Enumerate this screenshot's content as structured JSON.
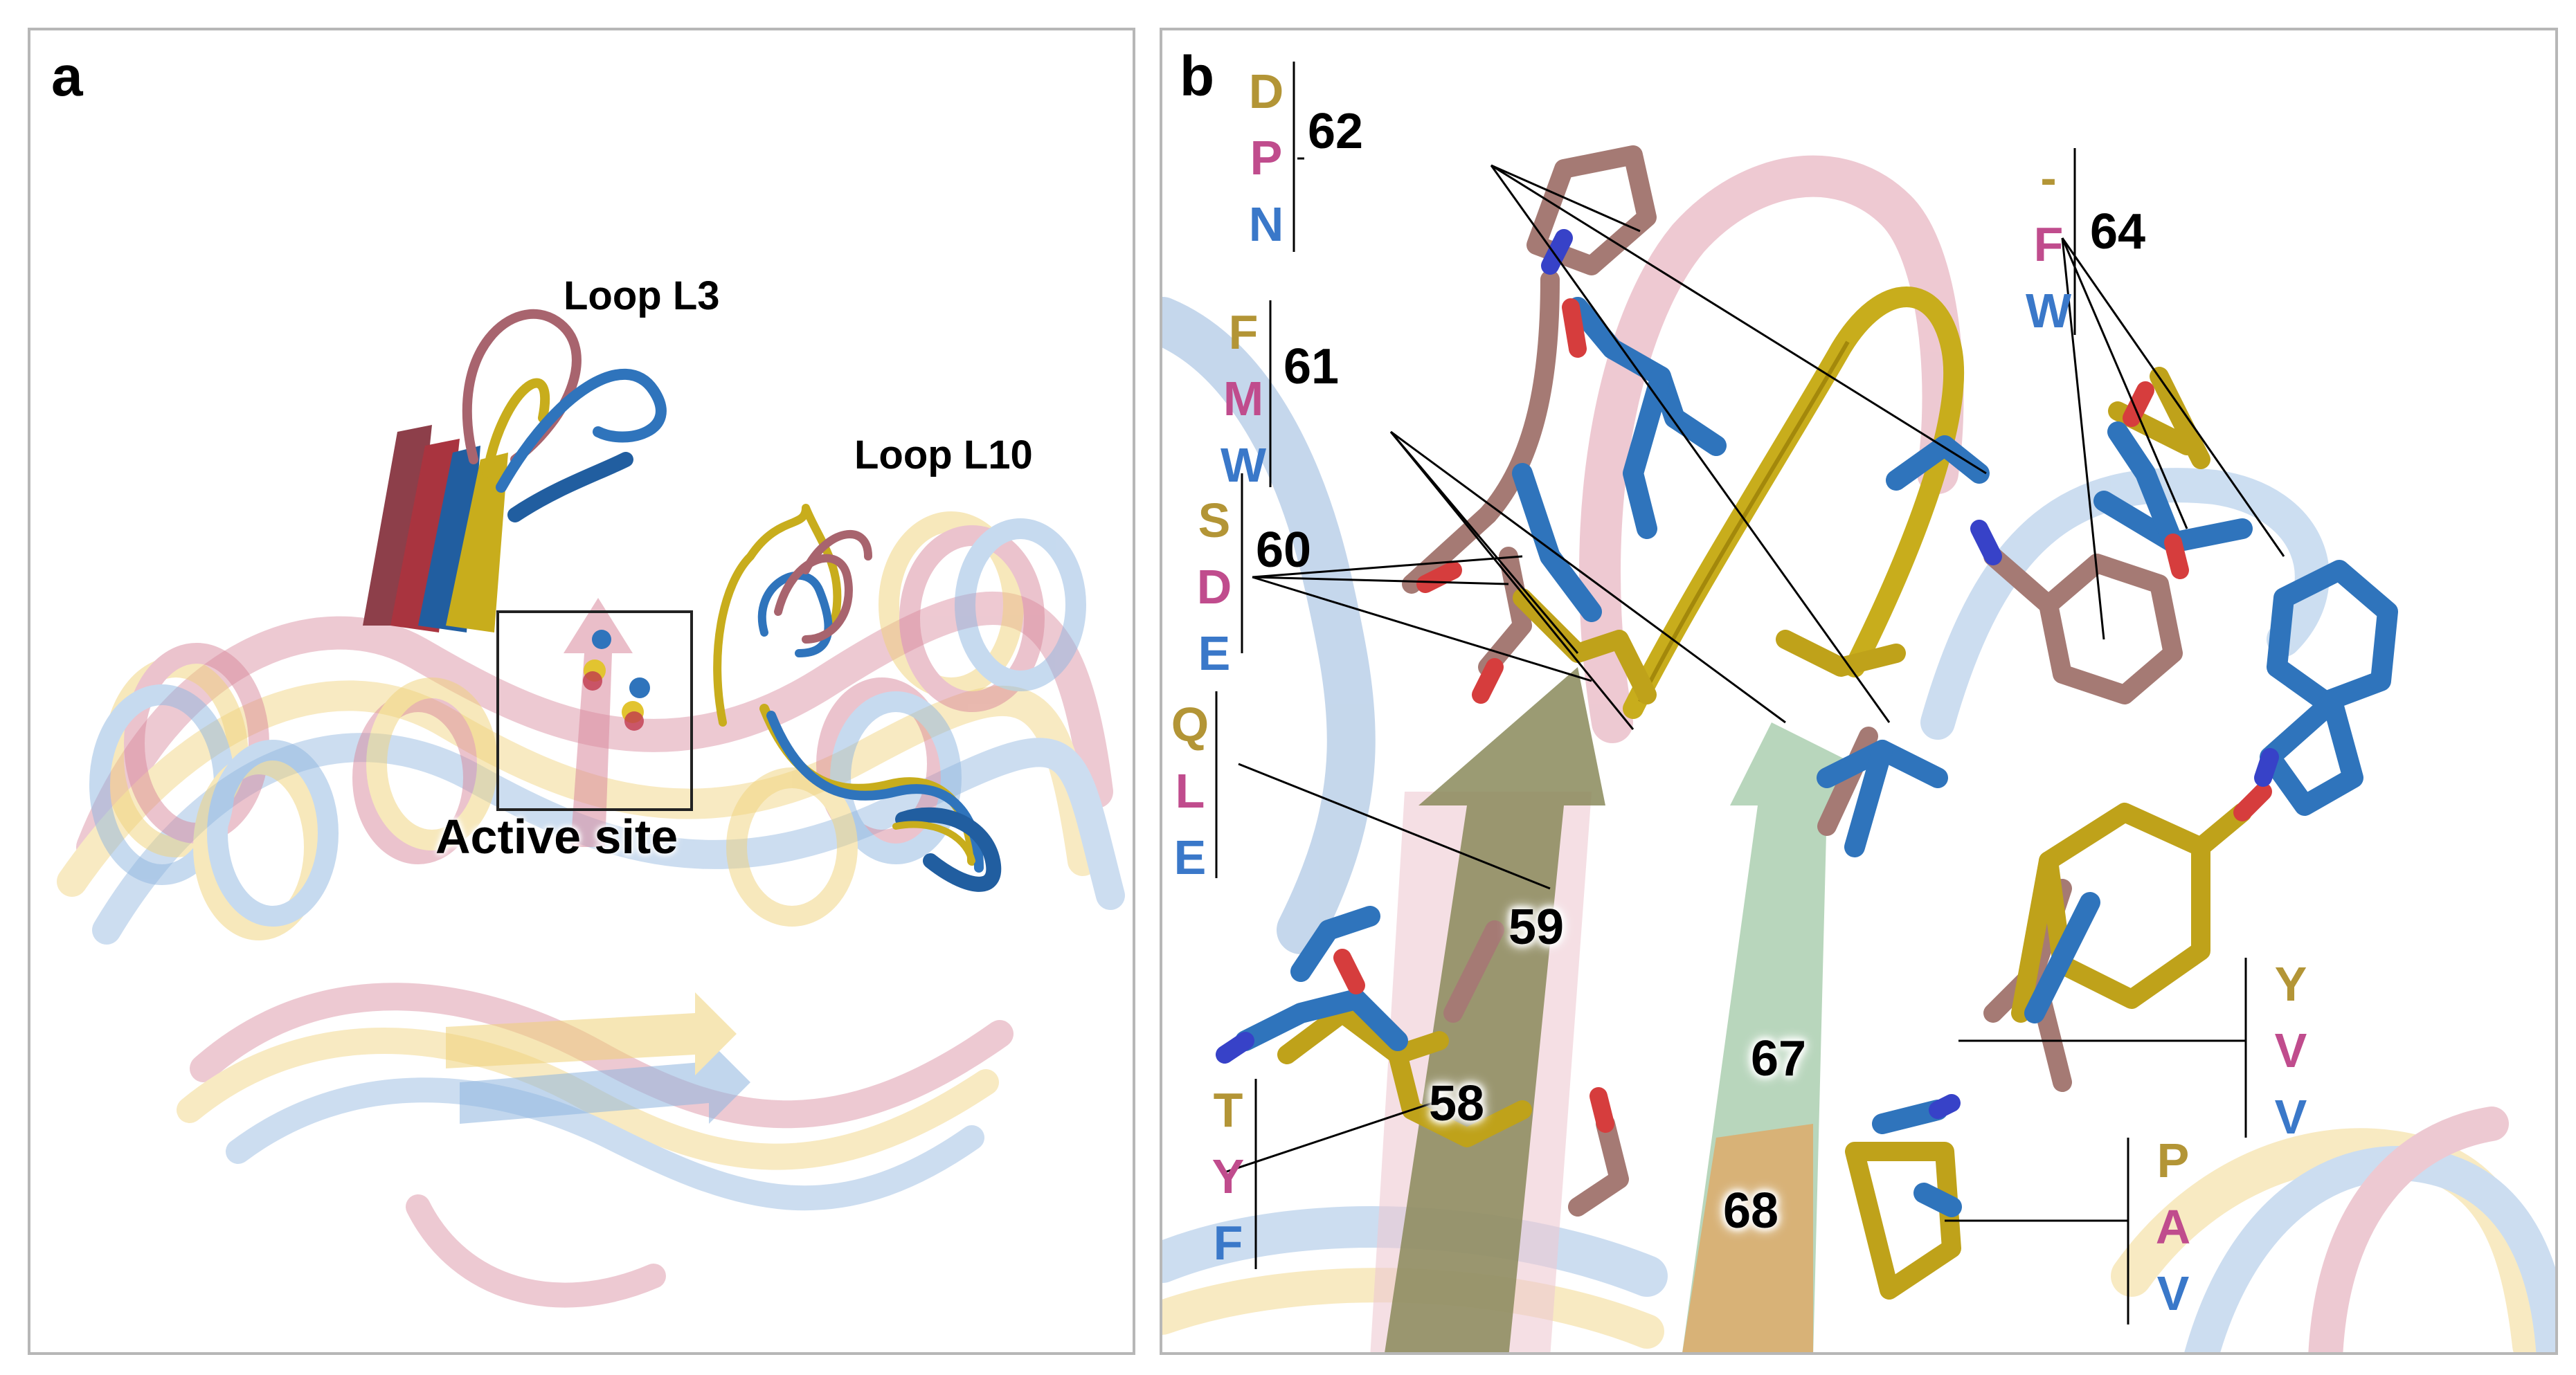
{
  "panel_a": {
    "letter": "a",
    "loop_l3_label": "Loop L3",
    "loop_l10_label": "Loop L10",
    "active_site_label": "Active site"
  },
  "panel_b": {
    "letter": "b",
    "residue_groups": [
      {
        "number": "62",
        "residues": [
          "D",
          "P",
          "N"
        ]
      },
      {
        "number": "64",
        "residues": [
          "-",
          "F",
          "W"
        ]
      },
      {
        "number": "61",
        "residues": [
          "F",
          "M",
          "W"
        ]
      },
      {
        "number": "60",
        "residues": [
          "S",
          "D",
          "E"
        ]
      },
      {
        "number": "59",
        "residues": [
          "Q",
          "L",
          "E"
        ]
      },
      {
        "number": "58",
        "residues": [
          "T",
          "Y",
          "F"
        ]
      },
      {
        "number": "67",
        "residues": [
          "Y",
          "V",
          "V"
        ]
      },
      {
        "number": "68",
        "residues": [
          "P",
          "A",
          "V"
        ]
      }
    ]
  },
  "colors": {
    "structure_yellow": "#c8ad1c",
    "structure_mauve": "#a98079",
    "structure_blue": "#2f74bc",
    "ribbon_pink": "#d49aa8",
    "ribbon_lightblue": "#9dbfe0",
    "label_yellow": "#b39536",
    "label_magenta": "#c04c8d",
    "label_blue": "#3a78c9"
  }
}
